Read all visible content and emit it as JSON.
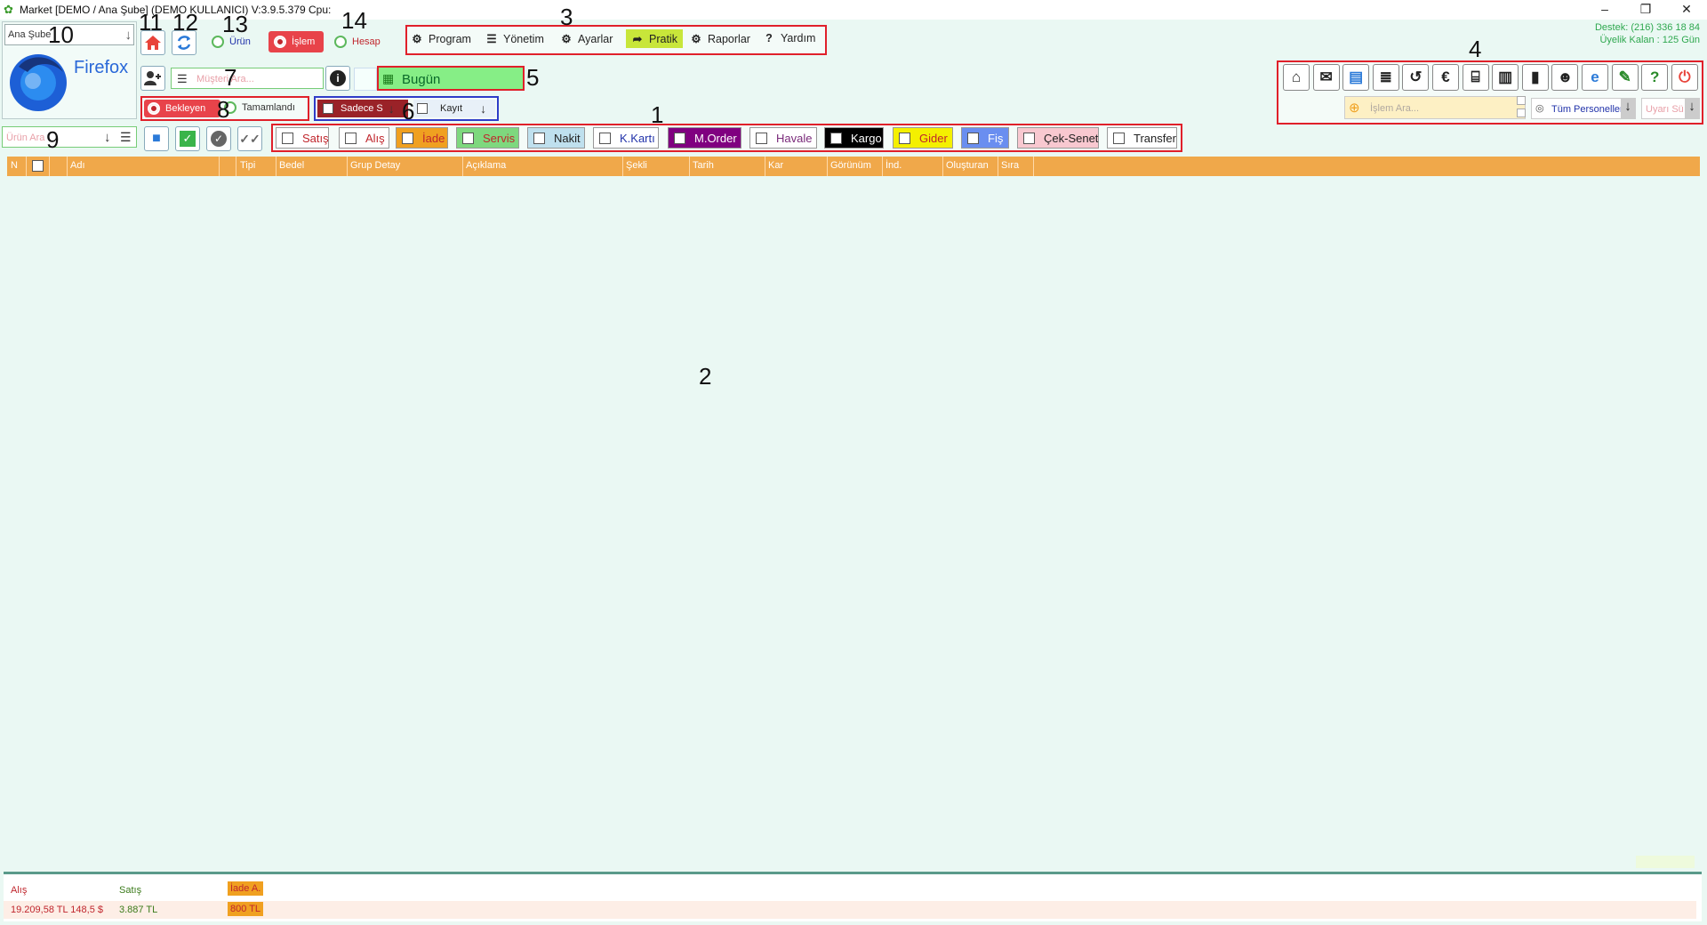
{
  "window": {
    "title": "Market [DEMO / Ana Şube] (DEMO KULLANICI) V:3.9.5.379 Cpu:",
    "minimize": "–",
    "restore": "❐",
    "close": "✕"
  },
  "support": {
    "phone": "Destek: (216) 336 18 84",
    "membership": "Üyelik Kalan : 125 Gün"
  },
  "labels": {
    "n1": "1",
    "n2": "2",
    "n3": "3",
    "n4": "4",
    "n5": "5",
    "n6": "6",
    "n7": "7",
    "n8": "8",
    "n9": "9",
    "n10": "10",
    "n11": "11",
    "n12": "12",
    "n13": "13",
    "n14": "14"
  },
  "branch": {
    "value": "Ana Şube"
  },
  "logo": {
    "text": "Firefox"
  },
  "modes": {
    "urun": "Ürün",
    "islem": "İşlem",
    "hesap": "Hesap",
    "selected": "islem"
  },
  "menu": {
    "items": [
      {
        "label": "Program",
        "icon": "gear-icon"
      },
      {
        "label": "Yönetim",
        "icon": "list-icon"
      },
      {
        "label": "Ayarlar",
        "icon": "gears-icon"
      },
      {
        "label": "Pratik",
        "icon": "share-arrow-icon"
      },
      {
        "label": "Raporlar",
        "icon": "gears-icon"
      },
      {
        "label": "Yardım",
        "icon": "question-icon"
      }
    ],
    "active_color": "#c8e63a"
  },
  "customer": {
    "placeholder": "Müşteri Ara..."
  },
  "date": {
    "label": "Bugün"
  },
  "status_filter": {
    "pending": "Bekleyen",
    "done": "Tamamlandı"
  },
  "record_filter": {
    "only": "Sadece S",
    "record": "Kayıt"
  },
  "product_search": {
    "placeholder": "Ürün Ara"
  },
  "type_filters": [
    {
      "label": "Satış",
      "bg": "#ffffff",
      "fg": "#c0262d"
    },
    {
      "label": "Alış",
      "bg": "#ffffff",
      "fg": "#c0262d"
    },
    {
      "label": "İade",
      "bg": "#f0a020",
      "fg": "#c0262d"
    },
    {
      "label": "Servis",
      "bg": "#7ed87e",
      "fg": "#c0262d"
    },
    {
      "label": "Nakit",
      "bg": "#bfe0ee",
      "fg": "#222222"
    },
    {
      "label": "K.Kartı",
      "bg": "#ffffff",
      "fg": "#2233aa"
    },
    {
      "label": "M.Order",
      "bg": "#800080",
      "fg": "#ffffff"
    },
    {
      "label": "Havale",
      "bg": "#ffffff",
      "fg": "#7a2a7a"
    },
    {
      "label": "Kargo",
      "bg": "#000000",
      "fg": "#ffffff"
    },
    {
      "label": "Gider",
      "bg": "#f4f000",
      "fg": "#c0262d"
    },
    {
      "label": "Fiş",
      "bg": "#6a8ef0",
      "fg": "#ffffff"
    },
    {
      "label": "Çek-Senet",
      "bg": "#f8c8d0",
      "fg": "#222222"
    },
    {
      "label": "Transfer",
      "bg": "#ffffff",
      "fg": "#222222"
    }
  ],
  "toolbar4": {
    "icons": [
      "home-icon",
      "chat-icon",
      "calculator-icon",
      "notepad-icon",
      "history-icon",
      "euro-icon",
      "bank-icon",
      "chart-icon",
      "book-icon",
      "users-icon",
      "ie-icon",
      "message-icon",
      "help-icon",
      "power-icon"
    ],
    "search_placeholder": "İşlem Ara...",
    "personnel": "Tüm Personeller",
    "warning_placeholder": "Uyarı Sü"
  },
  "grid": {
    "columns": [
      "N",
      "Adı",
      "Tipi",
      "Bedel",
      "Grup Detay",
      "Açıklama",
      "Şekli",
      "Tarih",
      "Kar",
      "Görünüm",
      "İnd.",
      "Oluşturan",
      "Sıra"
    ]
  },
  "footer": {
    "alis_label": "Alış",
    "satis_label": "Satış",
    "iade_label": "İade A.",
    "alis_value": "19.209,58 TL 148,5 $",
    "satis_value": "3.887 TL",
    "iade_value": "800 TL"
  }
}
